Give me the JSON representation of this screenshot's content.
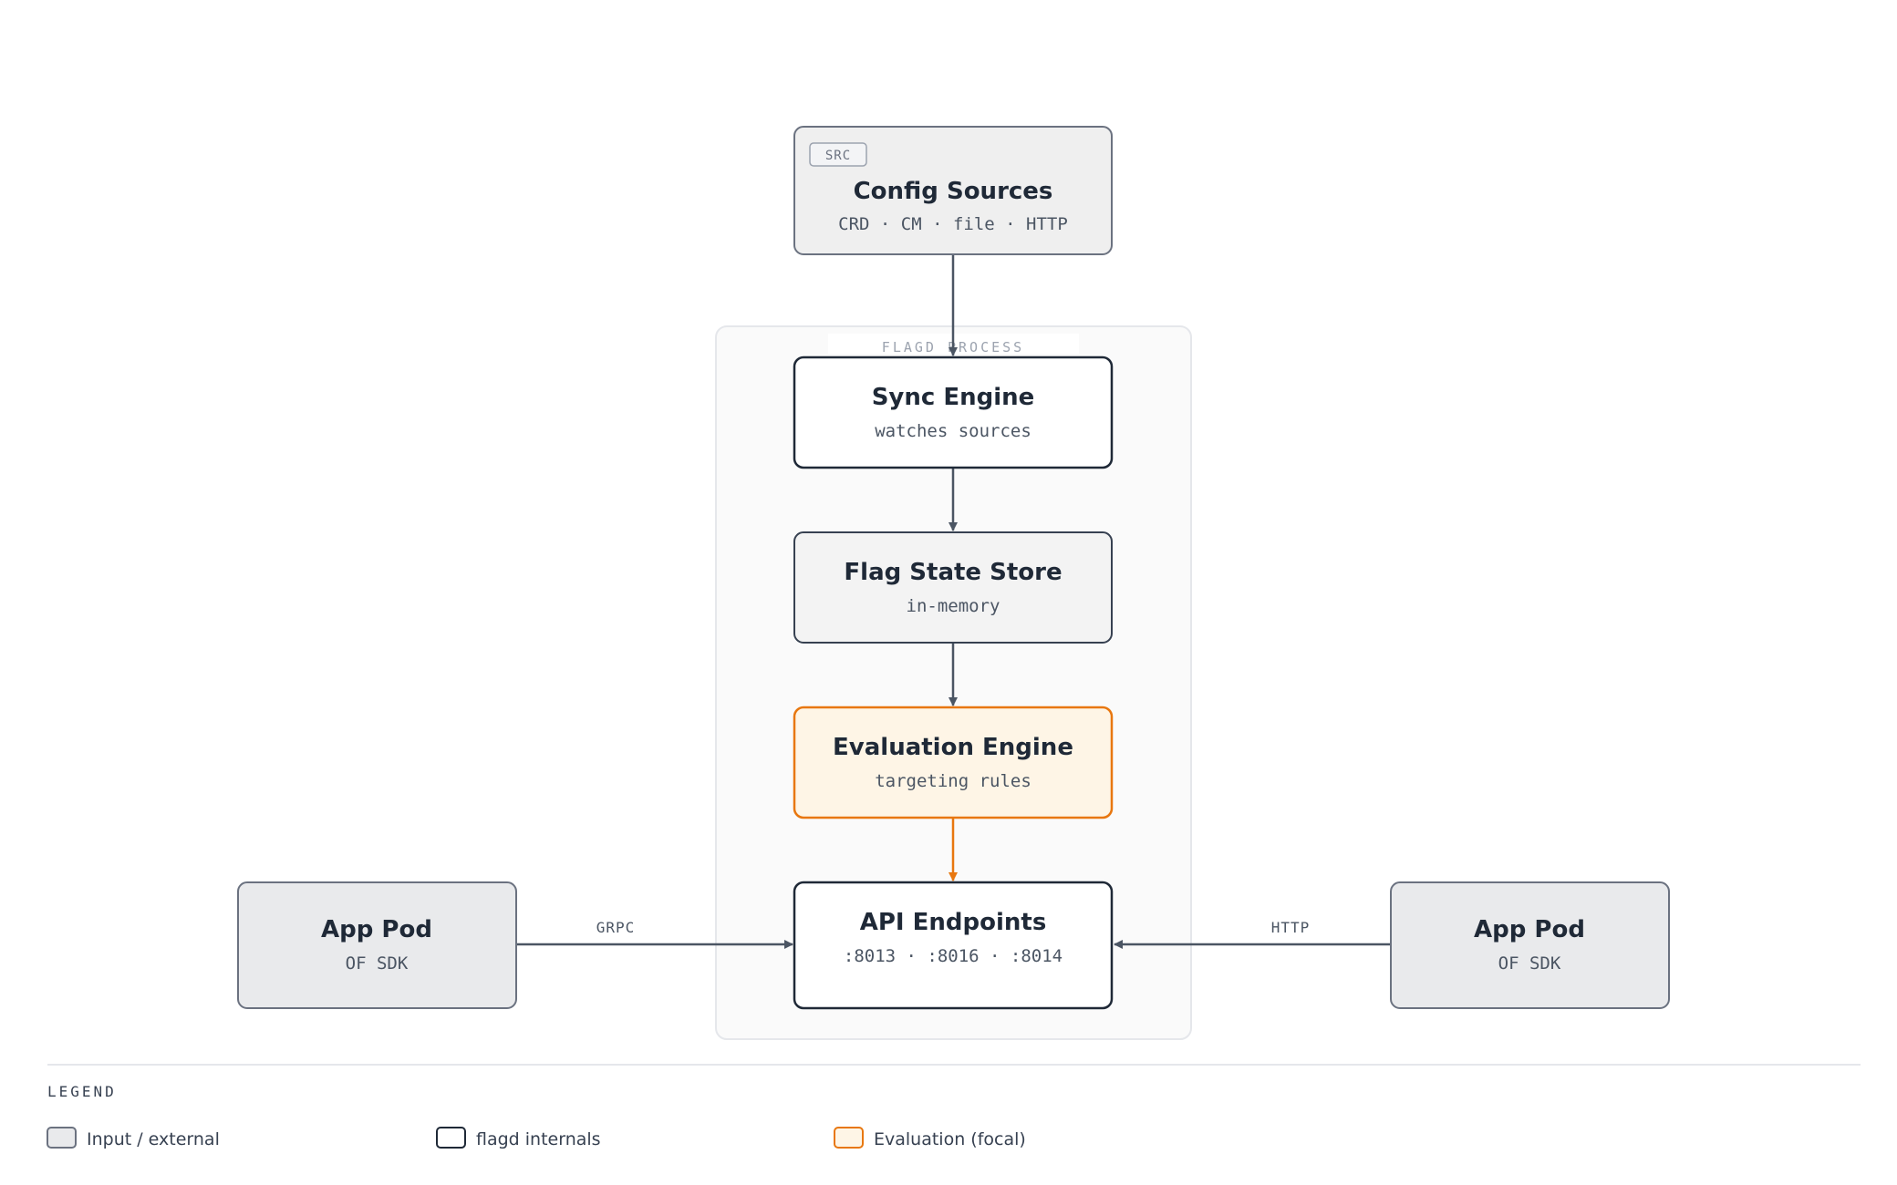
{
  "region": {
    "label": "FLAGD PROCESS"
  },
  "nodes": {
    "config_sources": {
      "tag": "SRC",
      "title": "Config Sources",
      "subtitle": "CRD · CM · file · HTTP"
    },
    "sync_engine": {
      "title": "Sync Engine",
      "subtitle": "watches sources"
    },
    "flag_state_store": {
      "title": "Flag State Store",
      "subtitle": "in-memory"
    },
    "evaluation_engine": {
      "title": "Evaluation Engine",
      "subtitle": "targeting rules"
    },
    "api_endpoints": {
      "title": "API Endpoints",
      "subtitle": ":8013 · :8016 · :8014"
    },
    "app_pod_left": {
      "title": "App Pod",
      "subtitle": "OF SDK"
    },
    "app_pod_right": {
      "title": "App Pod",
      "subtitle": "OF SDK"
    }
  },
  "edges": {
    "grpc": {
      "label": "GRPC"
    },
    "http": {
      "label": "HTTP"
    }
  },
  "legend": {
    "title": "LEGEND",
    "items": [
      {
        "label": "Input / external"
      },
      {
        "label": "flagd internals"
      },
      {
        "label": "Evaluation (focal)"
      }
    ]
  },
  "colors": {
    "accent": "#e8770f",
    "accent_fill": "#fef5e6",
    "internal_stroke": "#1f2937",
    "external_stroke": "#6b7280",
    "external_fill": "#e9eaec",
    "arrow": "#4b5563"
  }
}
